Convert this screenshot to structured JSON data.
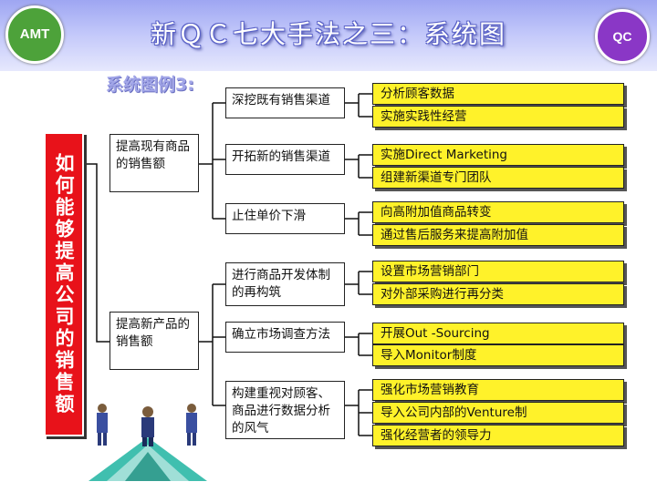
{
  "header": {
    "title": "新ＱＣ七大手法之三：系统图",
    "logo_left": "AMT",
    "logo_right": "QC"
  },
  "subtitle": "系统图例3:",
  "goal": "如何能够提高公司的销售额",
  "colors": {
    "goal": "#e8121a",
    "leaf": "#fff22a",
    "header": "#9ea6f2"
  },
  "level1": [
    {
      "label": "提高现有商品的销售额",
      "branches": [
        {
          "label": "深挖既有销售渠道",
          "leaves": [
            "分析顾客数据",
            "实施实践性经营"
          ]
        },
        {
          "label": "开拓新的销售渠道",
          "leaves": [
            "实施Direct Marketing",
            "组建新渠道专门团队"
          ]
        },
        {
          "label": "止住单价下滑",
          "leaves": [
            "向高附加值商品转变",
            "通过售后服务来提高附加值"
          ]
        }
      ]
    },
    {
      "label": "提高新产品的销售额",
      "branches": [
        {
          "label": "进行商品开发体制的再构筑",
          "leaves": [
            "设置市场营销部门",
            "对外部采购进行再分类"
          ]
        },
        {
          "label": "确立市场调查方法",
          "leaves": [
            "开展Out -Sourcing",
            "导入Monitor制度"
          ]
        },
        {
          "label": "构建重视对顾客、商品进行数据分析的风气",
          "leaves": [
            "强化市场营销教育",
            "导入公司内部的Venture制",
            "强化经营者的领导力"
          ]
        }
      ]
    }
  ]
}
